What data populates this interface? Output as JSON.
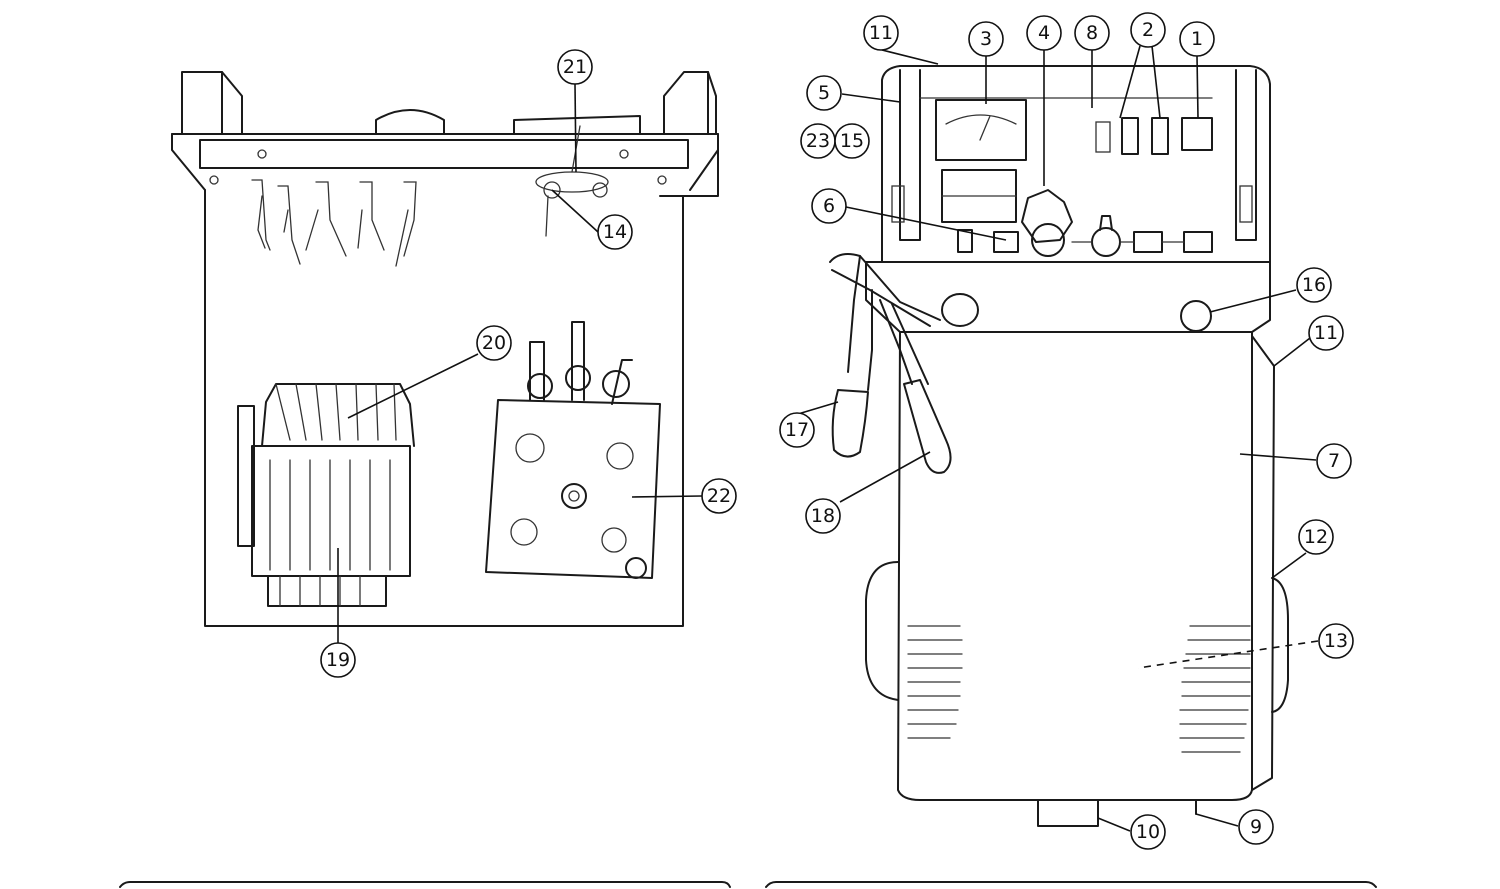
{
  "callouts": [
    {
      "id": "c1",
      "label": "1"
    },
    {
      "id": "c2",
      "label": "2"
    },
    {
      "id": "c3",
      "label": "3"
    },
    {
      "id": "c4",
      "label": "4"
    },
    {
      "id": "c5",
      "label": "5"
    },
    {
      "id": "c6",
      "label": "6"
    },
    {
      "id": "c7",
      "label": "7"
    },
    {
      "id": "c8",
      "label": "8"
    },
    {
      "id": "c9",
      "label": "9"
    },
    {
      "id": "c10",
      "label": "10"
    },
    {
      "id": "c11a",
      "label": "11"
    },
    {
      "id": "c11b",
      "label": "11"
    },
    {
      "id": "c12",
      "label": "12"
    },
    {
      "id": "c13",
      "label": "13"
    },
    {
      "id": "c14",
      "label": "14"
    },
    {
      "id": "c15",
      "label": "15"
    },
    {
      "id": "c16",
      "label": "16"
    },
    {
      "id": "c17",
      "label": "17"
    },
    {
      "id": "c18",
      "label": "18"
    },
    {
      "id": "c19",
      "label": "19"
    },
    {
      "id": "c20",
      "label": "20"
    },
    {
      "id": "c21",
      "label": "21"
    },
    {
      "id": "c22",
      "label": "22"
    },
    {
      "id": "c23",
      "label": "23"
    }
  ]
}
